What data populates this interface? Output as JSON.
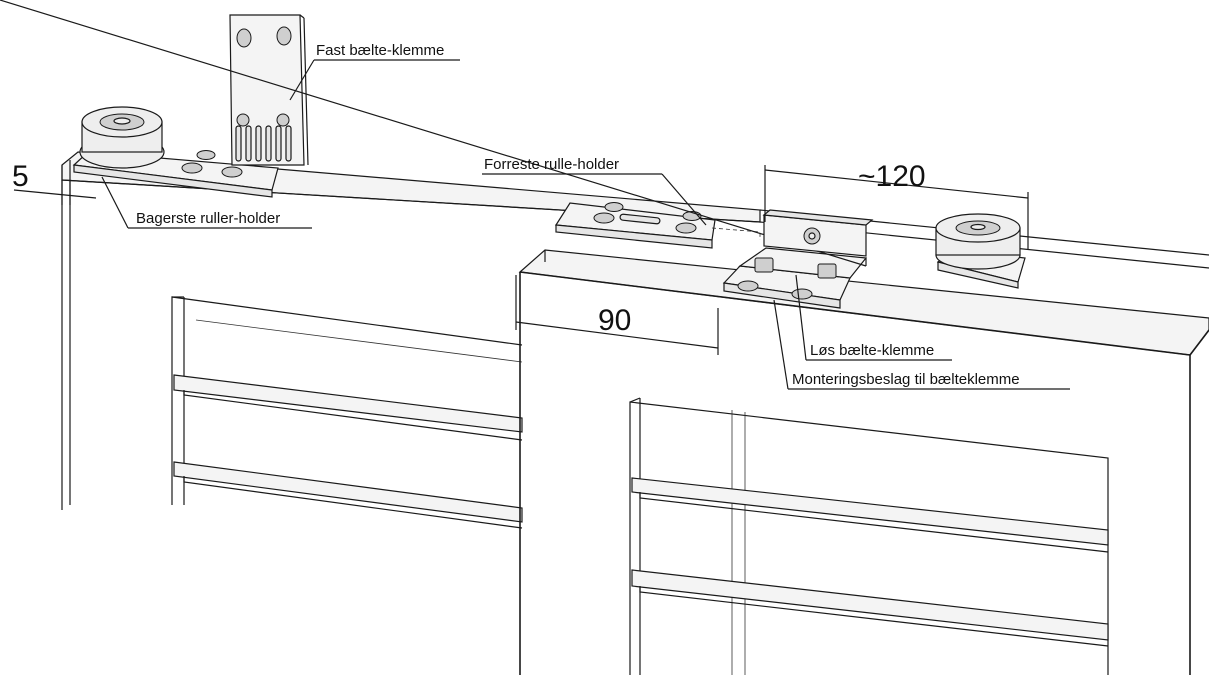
{
  "labels": {
    "fixed_belt_clamp": "Fast bælte-klemme",
    "rear_roller_holder": "Bagerste ruller-holder",
    "front_roller_holder": "Forreste rulle-holder",
    "loose_belt_clamp": "Løs bælte-klemme",
    "clamp_mounting_bracket": "Monteringsbeslag til bælteklemme"
  },
  "dimensions": {
    "edge_offset": "5",
    "roller_distance": "~120",
    "door_overlap": "90"
  }
}
